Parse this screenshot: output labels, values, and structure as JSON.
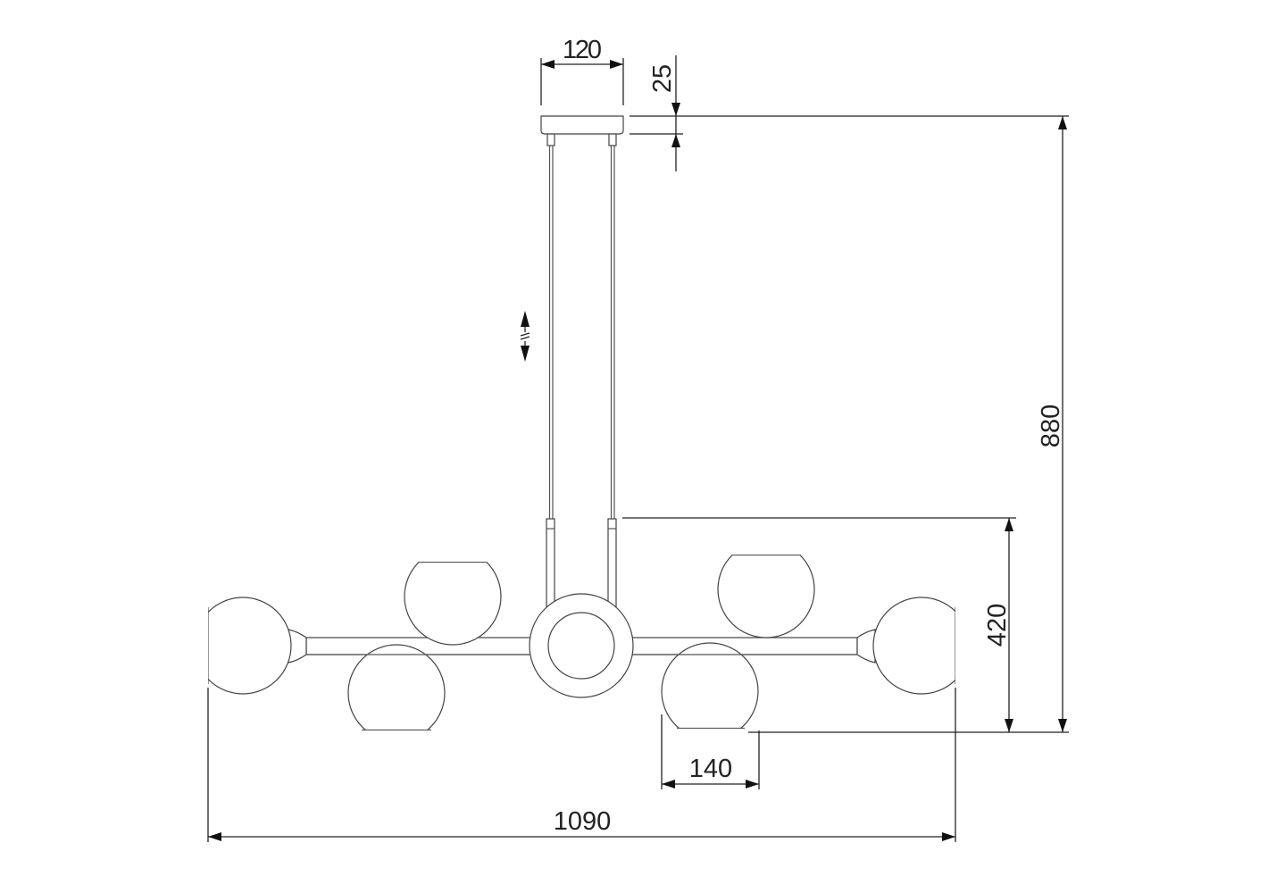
{
  "title": "Chandelier dimension drawing",
  "dimensions": {
    "canopy_width": "120",
    "canopy_height": "25",
    "total_height": "880",
    "body_height": "420",
    "shade_width": "140",
    "total_width": "1090",
    "adjustable_symbol": "≈"
  },
  "colors": {
    "line": "#444444",
    "dimension": "#222222"
  }
}
